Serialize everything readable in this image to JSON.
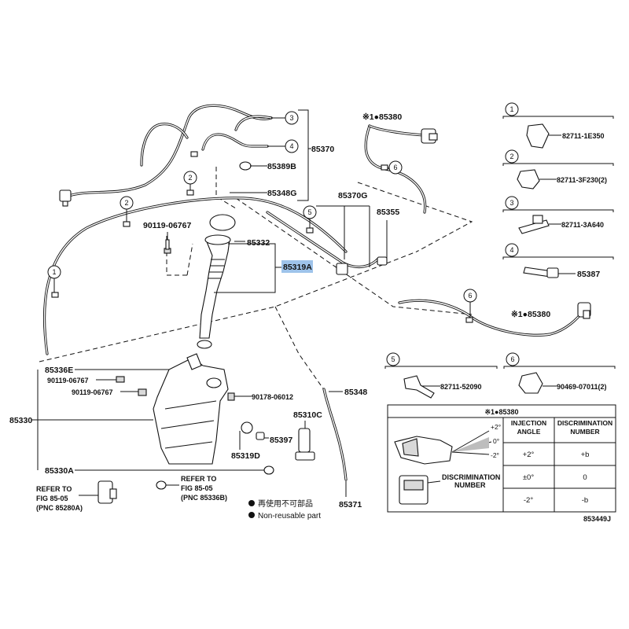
{
  "labels": {
    "p85370": "85370",
    "p85389B": "85389B",
    "p85348G": "85348G",
    "p85380_top": "85380",
    "p85380_right": "85380",
    "p85370G": "85370G",
    "p85355": "85355",
    "p90119a": "90119-06767",
    "p85332": "85332",
    "p85319A": "85319A",
    "p85336E": "85336E",
    "p90119b": "90119-06767",
    "p90119c": "90119-06767",
    "p90178": "90178-06012",
    "p85348": "85348",
    "p85330": "85330",
    "p85310C": "85310C",
    "p85397": "85397",
    "p85319D": "85319D",
    "p85330A": "85330A",
    "p85371": "85371",
    "ref_a_1": "REFER TO",
    "ref_a_2": "FIG 85-05",
    "ref_a_3": "(PNC 85280A)",
    "ref_b_1": "REFER TO",
    "ref_b_2": "FIG 85-05",
    "ref_b_3": "(PNC 85336B)",
    "asterisk_mark": "※1●",
    "note_jp": "再使用不可部品",
    "note_en": "Non-reusable part",
    "figure_no": "853449J"
  },
  "callouts": {
    "c1": "1",
    "c2": "2",
    "c3": "3",
    "c4": "4",
    "c5": "5",
    "c6": "6"
  },
  "legend": [
    {
      "num": "1",
      "part": "82711-1E350"
    },
    {
      "num": "2",
      "part": "82711-3F230(2)"
    },
    {
      "num": "3",
      "part": "82711-3A640"
    },
    {
      "num": "4",
      "part": "85387"
    },
    {
      "num": "5",
      "part": "82711-52090"
    },
    {
      "num": "6",
      "part": "90469-07011(2)"
    }
  ],
  "table": {
    "title_prefix": "※1●",
    "title_part": "85380",
    "col1": "INJECTION ANGLE",
    "col2": "DISCRIMINATION NUMBER",
    "rows": [
      {
        "angle": "+2°",
        "num": "+b"
      },
      {
        "angle": "±0°",
        "num": "0"
      },
      {
        "angle": "-2°",
        "num": "-b"
      }
    ],
    "angle_marks": [
      "+2°",
      "0°",
      "-2°"
    ],
    "disc_label_1": "DISCRIMINATION",
    "disc_label_2": "NUMBER"
  }
}
